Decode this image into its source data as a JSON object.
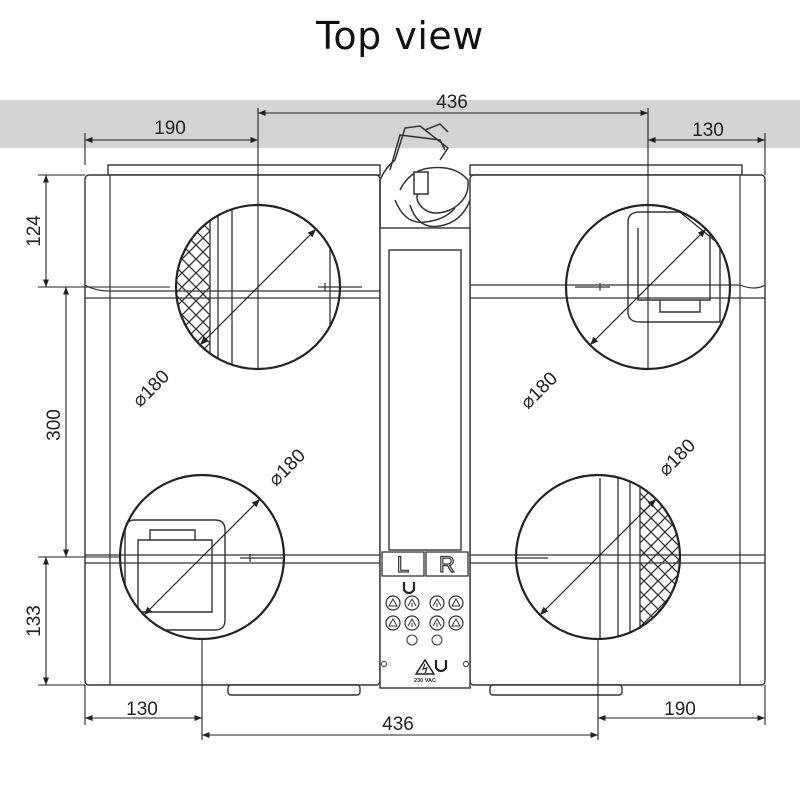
{
  "title": "Top view",
  "dimensions": {
    "top_overall": "436",
    "top_left": "190",
    "top_right": "130",
    "left_top": "124",
    "left_mid": "300",
    "left_bottom": "133",
    "bottom_left": "130",
    "bottom_overall": "436",
    "bottom_right": "190"
  },
  "diameters": {
    "top_left": "⌀180",
    "top_right": "⌀180",
    "bottom_left": "⌀180",
    "bottom_right": "⌀180"
  },
  "panel": {
    "left_label": "L",
    "right_label": "R",
    "voltage_label": "230 VAC"
  },
  "colors": {
    "band": "#d4d4d4",
    "line": "#333333",
    "dim_line": "#222222"
  }
}
